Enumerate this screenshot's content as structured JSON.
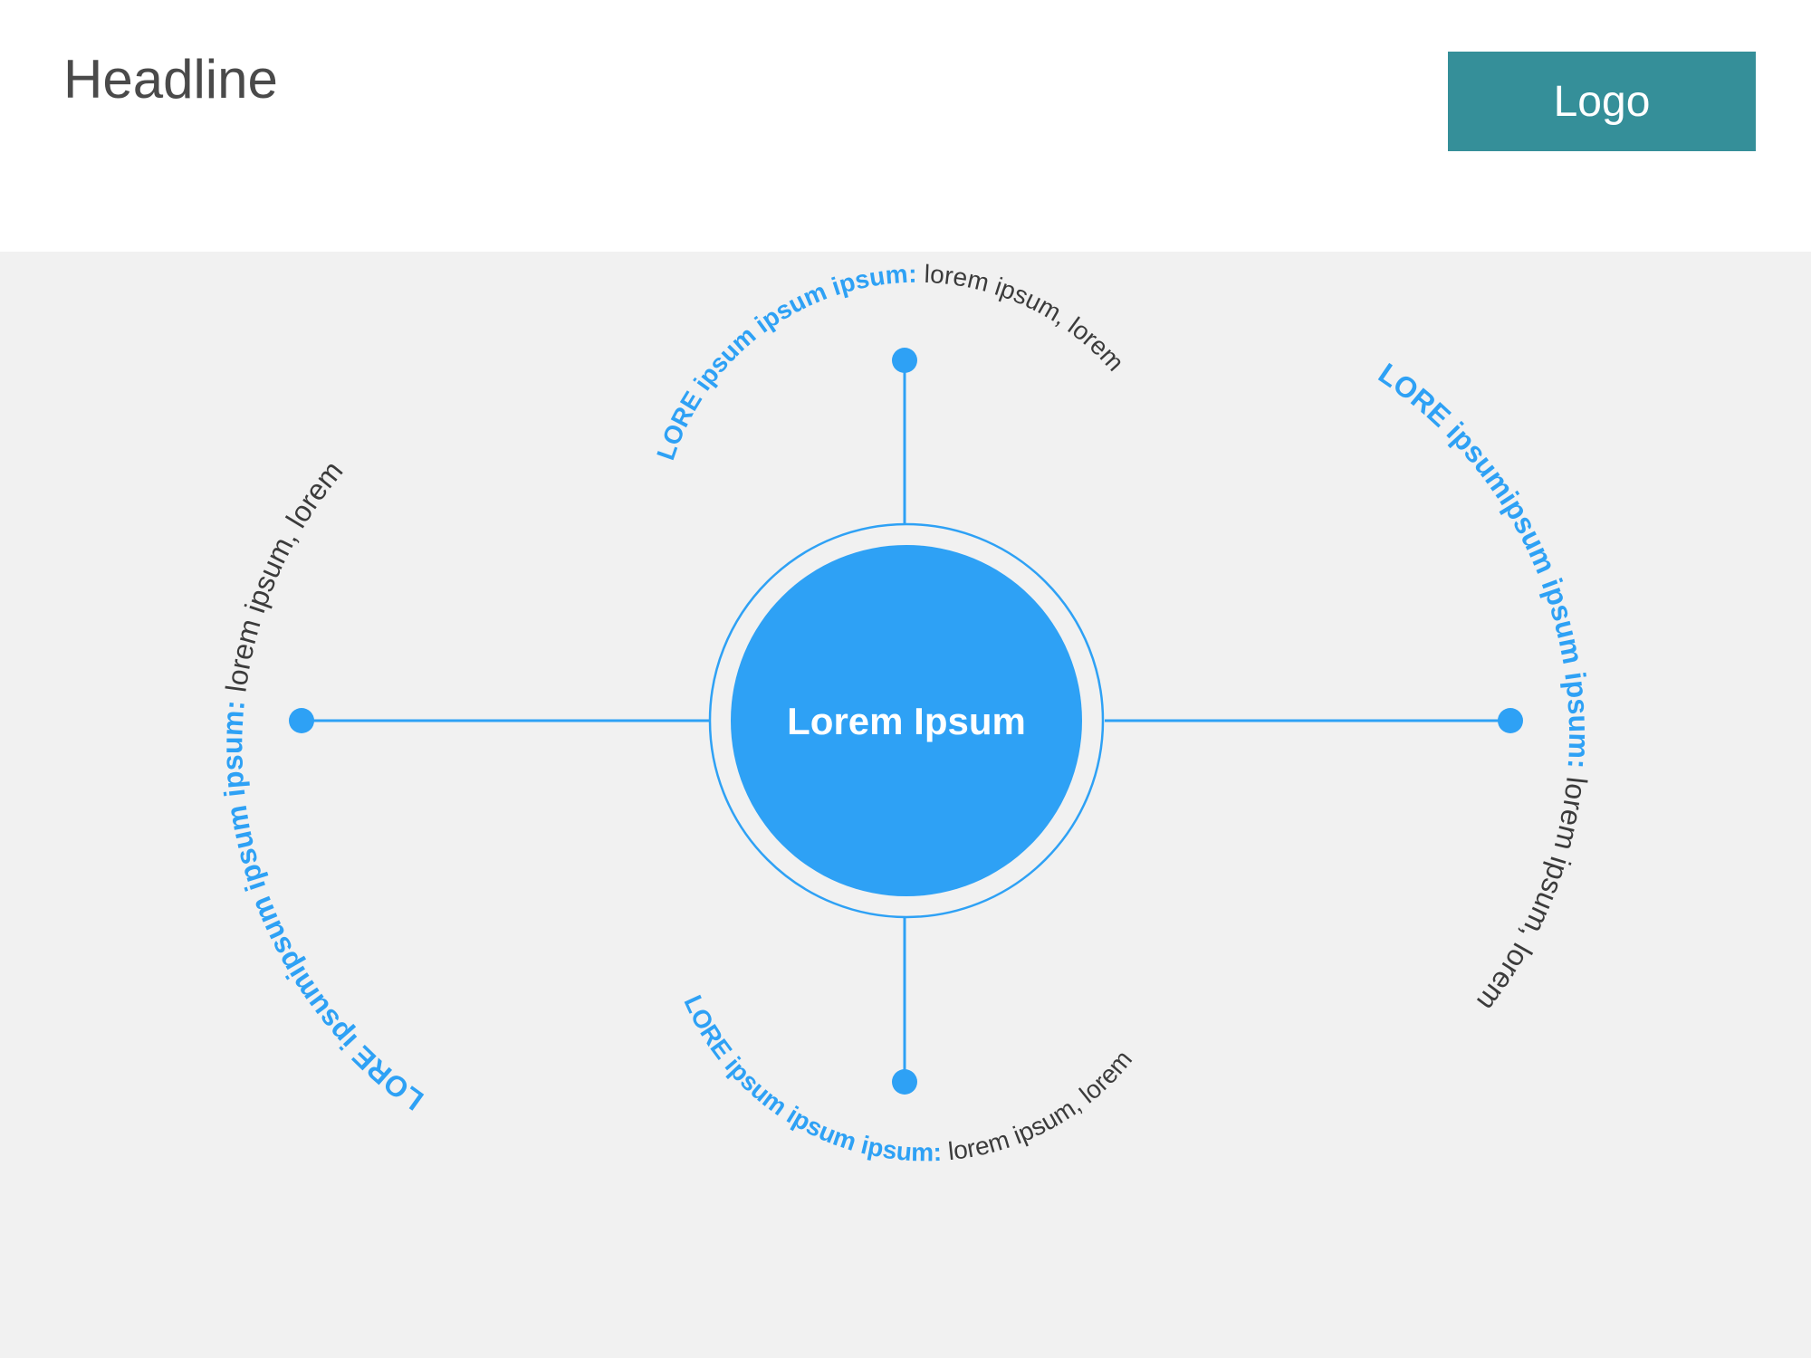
{
  "header": {
    "headline": "Headline",
    "logo": "Logo"
  },
  "diagram": {
    "center_label": "Lorem Ipsum",
    "colors": {
      "accent": "#2ea1f5",
      "logo_bg": "#358f99",
      "content_bg": "#f1f1f1",
      "body_text": "#3b3b3b"
    },
    "branches": {
      "top": {
        "lead": "LORE ipsum ipsum ipsum:",
        "rest": " lorem ipsum, lorem"
      },
      "left": {
        "lead": "LORE  ipsumipsum ipsum ipsum:",
        "rest": " lorem ipsum, lorem"
      },
      "right": {
        "lead": "LORE  ipsumipsum ipsum ipsum:",
        "rest": " lorem ipsum, lorem"
      },
      "bottom": {
        "lead": "LORE ipsum ipsum ipsum:",
        "rest": " lorem ipsum, lorem"
      }
    }
  }
}
